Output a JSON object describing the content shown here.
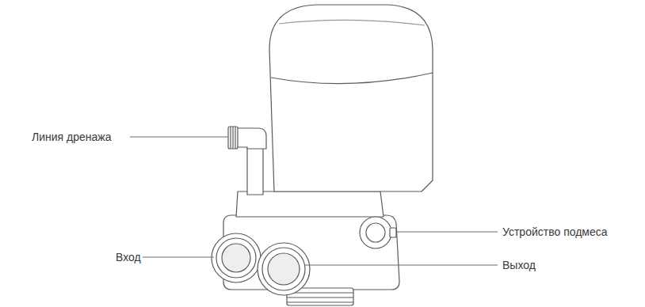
{
  "diagram": {
    "labels": [
      "Линия дренажа",
      "Вход",
      "Выход",
      "Устройство подмеса"
    ]
  }
}
